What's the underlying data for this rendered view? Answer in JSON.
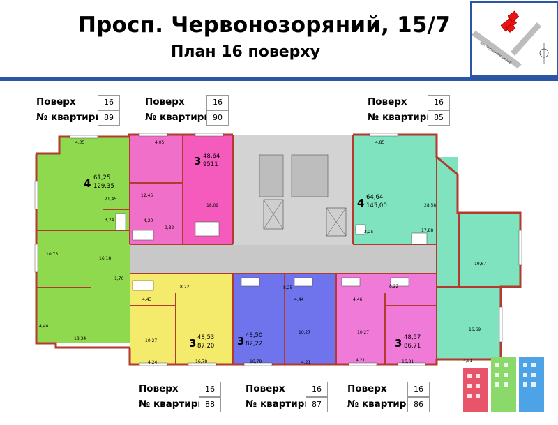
{
  "header": {
    "title": "Просп. Червонозоряний, 15/7",
    "subtitle": "План 16 поверху",
    "map_street": "пр. Червонозоряний"
  },
  "info_labels": {
    "floor": "Поверх",
    "apartment": "№ квартири"
  },
  "apartments": [
    {
      "id": "a89",
      "floor": "16",
      "number": "89",
      "rooms": "4",
      "area1": "61,25",
      "area2": "129,35"
    },
    {
      "id": "a90",
      "floor": "16",
      "number": "90",
      "rooms": "3",
      "area1": "48,64",
      "area2": "9511"
    },
    {
      "id": "a85",
      "floor": "16",
      "number": "85",
      "rooms": "4",
      "area1": "64,64",
      "area2": "145,00"
    },
    {
      "id": "a88",
      "floor": "16",
      "number": "88",
      "rooms": "3",
      "area1": "48,53",
      "area2": "87,20"
    },
    {
      "id": "a87",
      "floor": "16",
      "number": "87",
      "rooms": "3",
      "area1": "48,50",
      "area2": "82,22"
    },
    {
      "id": "a86",
      "floor": "16",
      "number": "86",
      "rooms": "3",
      "area1": "48,57",
      "area2": "86,71"
    }
  ],
  "room_areas": {
    "a89": [
      "4,05",
      "21,45",
      "3,24",
      "16,18",
      "10,73",
      "1,76",
      "4,40",
      "18,34"
    ],
    "a90": [
      "4,05",
      "12,46",
      "4,20",
      "9,32",
      "18,09"
    ],
    "a85": [
      "4,85",
      "28,58",
      "2,25",
      "17,88",
      "19,67",
      "16,69",
      "4,51"
    ],
    "a88": [
      "8,22",
      "4,43",
      "10,27",
      "4,24",
      "16,78"
    ],
    "a87": [
      "16,78",
      "8,25",
      "4,44",
      "10,27",
      "4,21"
    ],
    "a86": [
      "4,46",
      "10,27",
      "8,22",
      "4,21",
      "16,81"
    ]
  },
  "colors": {
    "green": "#8fd94e",
    "pink": "#f06fc9",
    "mint": "#7fe3bf",
    "yellow": "#f4ea6b",
    "blue": "#6f73ec",
    "magenta": "#f07ad8",
    "wall": "#b23a2e",
    "accent": "#2b56a6"
  }
}
